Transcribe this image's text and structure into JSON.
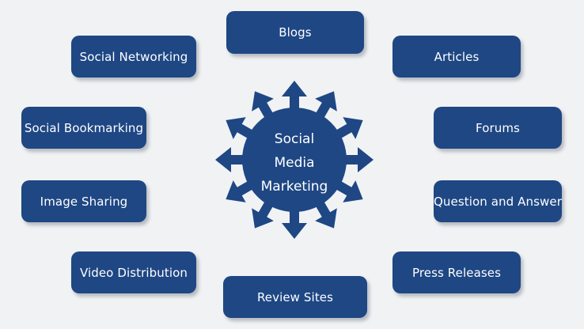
{
  "colors": {
    "box_fill": "#1e4784",
    "text": "#ffffff",
    "background": "#f1f2f4"
  },
  "center": {
    "lines": [
      "Social",
      "Media",
      "Marketing"
    ],
    "icon": "starburst-arrows-icon"
  },
  "nodes": [
    {
      "label": "Blogs"
    },
    {
      "label": "Articles"
    },
    {
      "label": "Forums"
    },
    {
      "label": "Question and Answer"
    },
    {
      "label": "Press Releases"
    },
    {
      "label": "Review Sites"
    },
    {
      "label": "Video Distribution"
    },
    {
      "label": "Image Sharing"
    },
    {
      "label": "Social Bookmarking"
    },
    {
      "label": "Social Networking"
    }
  ]
}
